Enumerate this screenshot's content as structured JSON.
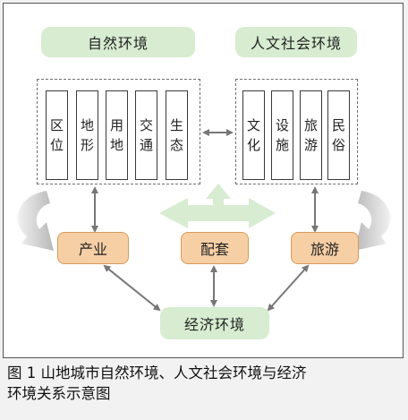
{
  "diagram": {
    "natural_env": "自然环境",
    "humanity_env": "人文社会环境",
    "economic_env": "经济环境",
    "natural_factors": [
      {
        "c1": "区",
        "c2": "位"
      },
      {
        "c1": "地",
        "c2": "形"
      },
      {
        "c1": "用",
        "c2": "地"
      },
      {
        "c1": "交",
        "c2": "通"
      },
      {
        "c1": "生",
        "c2": "态"
      }
    ],
    "humanity_factors": [
      {
        "c1": "文",
        "c2": "化"
      },
      {
        "c1": "设",
        "c2": "施"
      },
      {
        "c1": "旅",
        "c2": "游"
      },
      {
        "c1": "民",
        "c2": "俗"
      }
    ],
    "industry": "产业",
    "supporting": "配套",
    "tourism": "旅游"
  },
  "caption": {
    "line1": "图 1  山地城市自然环境、人文社会环境与经济",
    "line2": "环境关系示意图"
  },
  "colors": {
    "green_fill": "#d7ecd0",
    "orange_fill": "#f7cfa5",
    "arrow_gray": "#777777"
  }
}
